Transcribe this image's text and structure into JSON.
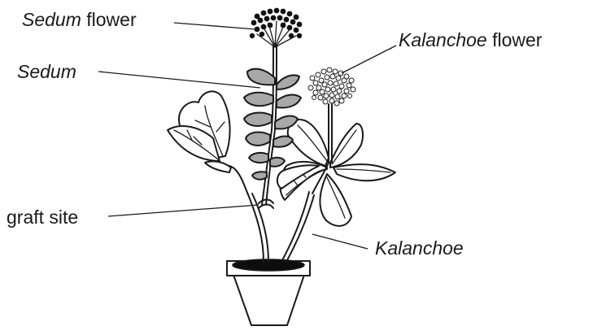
{
  "labels": {
    "sedum_flower": {
      "emph": "Sedum",
      "rest": " flower"
    },
    "kalanchoe_flower": {
      "emph": "Kalanchoe",
      "rest": " flower"
    },
    "sedum": {
      "emph": "Sedum"
    },
    "graft_site": {
      "text": "graft site"
    },
    "kalanchoe": {
      "emph": "Kalanchoe"
    }
  }
}
